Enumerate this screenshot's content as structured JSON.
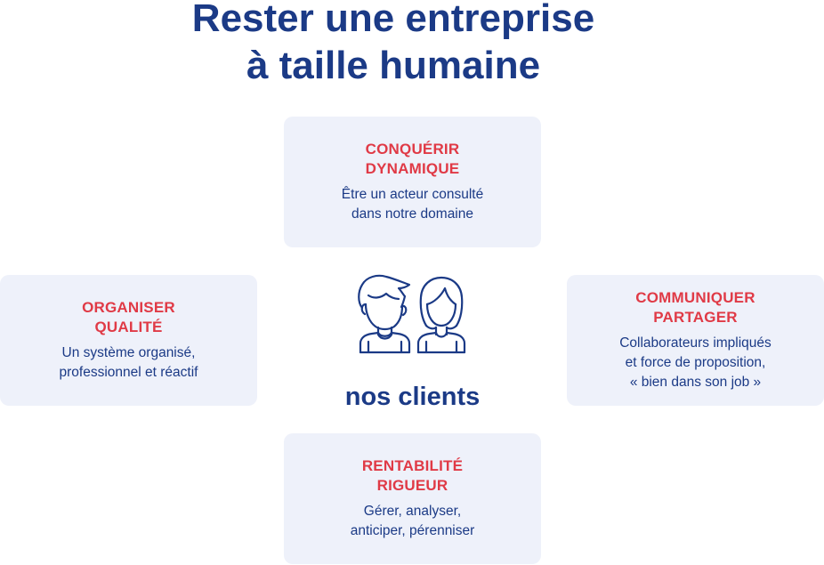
{
  "title": {
    "line1": "Rester une entreprise",
    "line2": "à taille humaine"
  },
  "center": {
    "label": "nos clients",
    "icon": "people-icon"
  },
  "cards": {
    "top": {
      "heading1": "CONQUÉRIR",
      "heading2": "DYNAMIQUE",
      "text1": "Être un acteur consulté",
      "text2": "dans notre domaine"
    },
    "left": {
      "heading1": "ORGANISER",
      "heading2": "QUALITÉ",
      "text1": "Un système organisé,",
      "text2": "professionnel et réactif"
    },
    "right": {
      "heading1": "COMMUNIQUER",
      "heading2": "PARTAGER",
      "text1": "Collaborateurs impliqués",
      "text2": "et force de proposition,",
      "text3": "« bien dans son job »"
    },
    "bottom": {
      "heading1": "RENTABILITÉ",
      "heading2": "RIGUEUR",
      "text1": "Gérer, analyser,",
      "text2": "anticiper, pérenniser"
    }
  },
  "colors": {
    "navy": "#1b3a86",
    "red": "#e03a46",
    "card_bg": "#eef1fa"
  }
}
